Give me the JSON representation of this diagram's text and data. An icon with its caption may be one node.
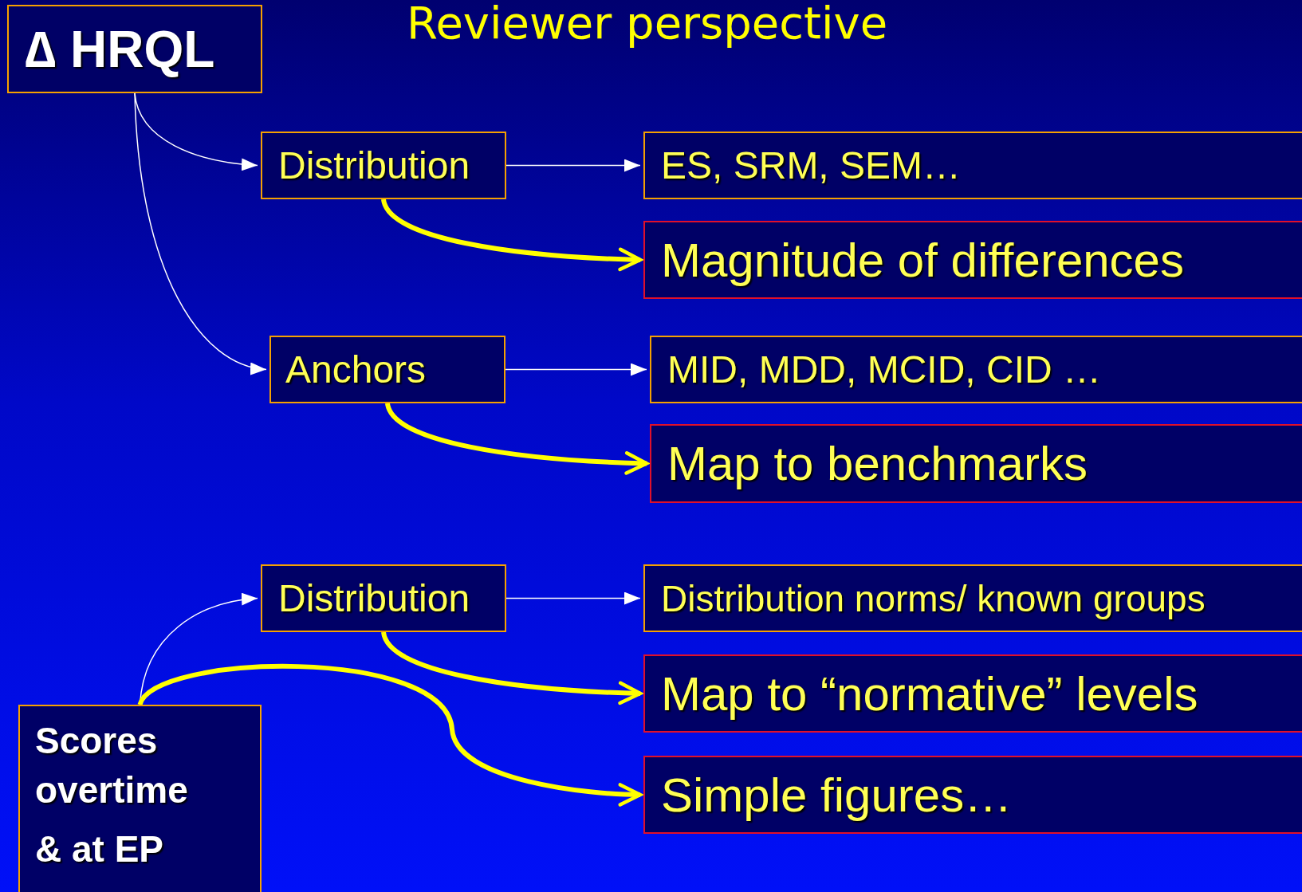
{
  "diagram": {
    "title": "Reviewer perspective",
    "nodes": [
      {
        "text": [
          "∆ HRQL"
        ]
      },
      {
        "text": [
          "Distribution"
        ]
      },
      {
        "text": [
          "ES, SRM, SEM…"
        ]
      },
      {
        "text": [
          "Magnitude of differences"
        ]
      },
      {
        "text": [
          "Anchors"
        ]
      },
      {
        "text": [
          "MID, MDD, MCID, CID …"
        ]
      },
      {
        "text": [
          "Map to benchmarks"
        ]
      },
      {
        "text": [
          "Distribution"
        ]
      },
      {
        "text": [
          "Distribution norms/ known groups"
        ]
      },
      {
        "text": [
          "Map to “normative” levels"
        ]
      },
      {
        "text": [
          "Simple figures…"
        ]
      },
      {
        "text": [
          "Scores overtime",
          "& at EP"
        ]
      }
    ],
    "edges": [
      {
        "from": 0,
        "to": 1,
        "arrow": "to"
      },
      {
        "from": 0,
        "to": 4,
        "arrow": "to"
      },
      {
        "from": 1,
        "to": 2,
        "arrow": "to"
      },
      {
        "from": 1,
        "to": 3,
        "arrow": "to",
        "style": "thick",
        "color": "#ffff00"
      },
      {
        "from": 4,
        "to": 5,
        "arrow": "to"
      },
      {
        "from": 4,
        "to": 6,
        "arrow": "to",
        "style": "thick",
        "color": "#ffff00"
      },
      {
        "from": 11,
        "to": 7,
        "arrow": "to"
      },
      {
        "from": 7,
        "to": 8,
        "arrow": "to"
      },
      {
        "from": 7,
        "to": 9,
        "arrow": "to",
        "style": "thick",
        "color": "#ffff00"
      },
      {
        "from": 11,
        "to": 10,
        "arrow": "to",
        "style": "thick",
        "color": "#ffff00"
      }
    ]
  }
}
